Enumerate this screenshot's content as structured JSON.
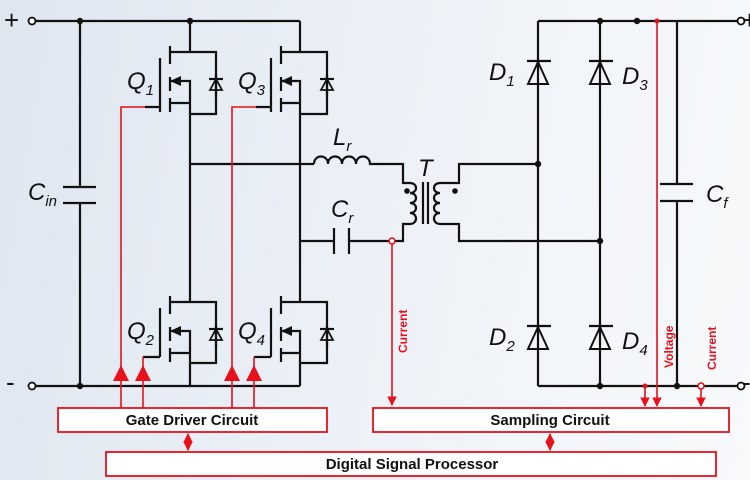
{
  "diagram": {
    "title": "Full-bridge LLC resonant converter with digital control",
    "terminals": {
      "input_plus": "+",
      "input_minus": "-",
      "output_plus": "+",
      "output_minus": "-"
    },
    "components": {
      "cin": {
        "main": "C",
        "sub": "in"
      },
      "q1": {
        "main": "Q",
        "sub": "1"
      },
      "q2": {
        "main": "Q",
        "sub": "2"
      },
      "q3": {
        "main": "Q",
        "sub": "3"
      },
      "q4": {
        "main": "Q",
        "sub": "4"
      },
      "lr": {
        "main": "L",
        "sub": "r"
      },
      "cr": {
        "main": "C",
        "sub": "r"
      },
      "t": {
        "main": "T"
      },
      "d1": {
        "main": "D",
        "sub": "1"
      },
      "d2": {
        "main": "D",
        "sub": "2"
      },
      "d3": {
        "main": "D",
        "sub": "3"
      },
      "d4": {
        "main": "D",
        "sub": "4"
      },
      "cf": {
        "main": "C",
        "sub": "f"
      }
    },
    "signals": {
      "resonant_current": "Current",
      "output_voltage": "Voltage",
      "output_current": "Current"
    },
    "blocks": {
      "gate_driver": "Gate Driver Circuit",
      "sampling": "Sampling Circuit",
      "dsp": "Digital Signal Processor"
    },
    "colors": {
      "wire": "#111111",
      "control": "#e8101a",
      "block_fill": "#ffffff"
    }
  }
}
